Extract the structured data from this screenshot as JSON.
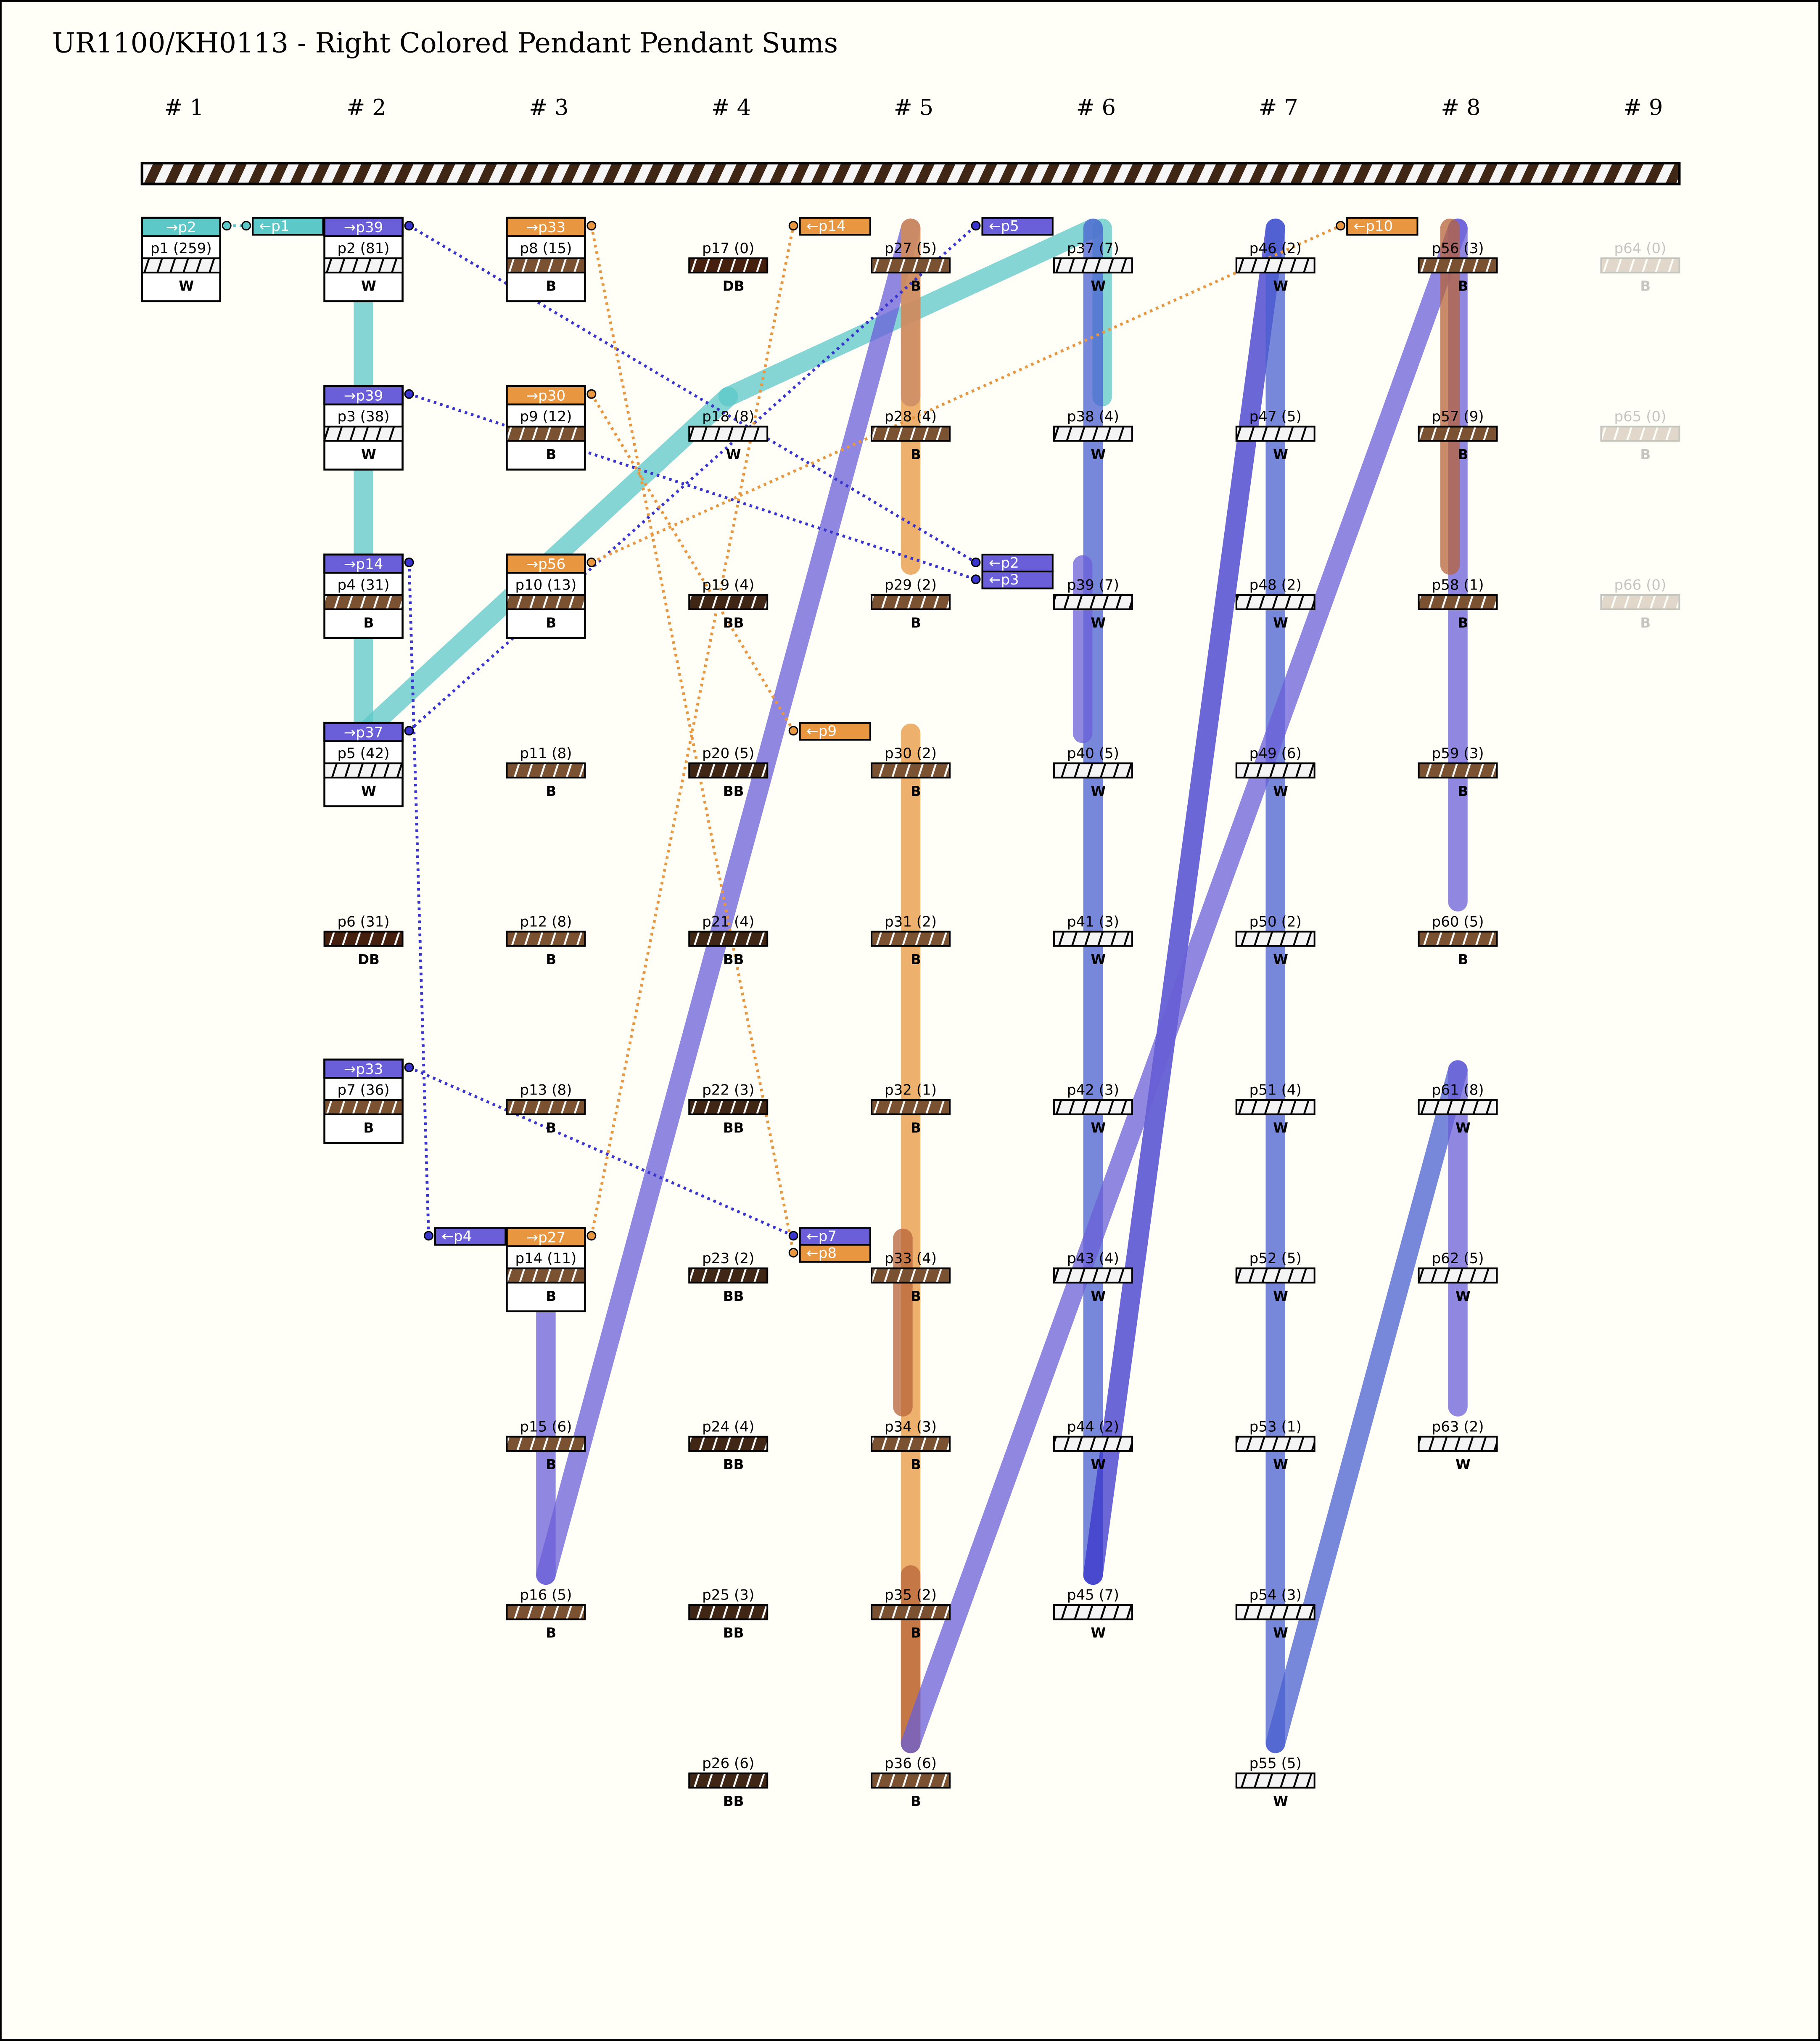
{
  "title": "UR1100/KH0113 - Right Colored Pendant Pendant Sums",
  "cords": [
    "# 1",
    "# 2",
    "# 3",
    "# 4",
    "# 5",
    "# 6",
    "# 7",
    "# 8",
    "# 9"
  ],
  "colors": {
    "teal": "#5cc8c8",
    "purple": "#6a5fd8",
    "orange": "#e8963f",
    "dark_blue": "#3a35cc",
    "blue": "#4a5fd0",
    "rust": "#b8643a",
    "W": "#f4f4f4",
    "B": "#7a5232",
    "DB": "#45200f",
    "BB": "#3f2615"
  },
  "pendants": [
    {
      "label": "p1 (259)",
      "letter": "W",
      "color": "W",
      "cord": 1,
      "row": 1,
      "out_tag": "→p2",
      "out_color": "teal"
    },
    {
      "label": "p2 (81)",
      "letter": "W",
      "color": "W",
      "cord": 2,
      "row": 1,
      "out_tag": "→p39",
      "out_color": "purple",
      "in_tags": [
        {
          "text": "←p1",
          "color": "teal"
        }
      ]
    },
    {
      "label": "p3 (38)",
      "letter": "W",
      "color": "W",
      "cord": 2,
      "row": 2,
      "out_tag": "→p39",
      "out_color": "purple"
    },
    {
      "label": "p4 (31)",
      "letter": "B",
      "color": "B",
      "cord": 2,
      "row": 3,
      "out_tag": "→p14",
      "out_color": "purple"
    },
    {
      "label": "p5 (42)",
      "letter": "W",
      "color": "W",
      "cord": 2,
      "row": 4,
      "out_tag": "→p37",
      "out_color": "purple"
    },
    {
      "label": "p6 (31)",
      "letter": "DB",
      "color": "DB",
      "cord": 2,
      "row": 5
    },
    {
      "label": "p7 (36)",
      "letter": "B",
      "color": "B",
      "cord": 2,
      "row": 6,
      "out_tag": "→p33",
      "out_color": "purple"
    },
    {
      "label": "p8 (15)",
      "letter": "B",
      "color": "B",
      "cord": 3,
      "row": 1,
      "out_tag": "→p33",
      "out_color": "orange"
    },
    {
      "label": "p9 (12)",
      "letter": "B",
      "color": "B",
      "cord": 3,
      "row": 2,
      "out_tag": "→p30",
      "out_color": "orange"
    },
    {
      "label": "p10 (13)",
      "letter": "B",
      "color": "B",
      "cord": 3,
      "row": 3,
      "out_tag": "→p56",
      "out_color": "orange"
    },
    {
      "label": "p11 (8)",
      "letter": "B",
      "color": "B",
      "cord": 3,
      "row": 4
    },
    {
      "label": "p12 (8)",
      "letter": "B",
      "color": "B",
      "cord": 3,
      "row": 5
    },
    {
      "label": "p13 (8)",
      "letter": "B",
      "color": "B",
      "cord": 3,
      "row": 6
    },
    {
      "label": "p14 (11)",
      "letter": "B",
      "color": "B",
      "cord": 3,
      "row": 7,
      "out_tag": "→p27",
      "out_color": "orange",
      "in_tags": [
        {
          "text": "←p4",
          "color": "purple"
        }
      ]
    },
    {
      "label": "p15 (6)",
      "letter": "B",
      "color": "B",
      "cord": 3,
      "row": 8
    },
    {
      "label": "p16 (5)",
      "letter": "B",
      "color": "B",
      "cord": 3,
      "row": 9
    },
    {
      "label": "p17 (0)",
      "letter": "DB",
      "color": "DB",
      "cord": 4,
      "row": 1
    },
    {
      "label": "p18 (8)",
      "letter": "W",
      "color": "W",
      "cord": 4,
      "row": 2
    },
    {
      "label": "p19 (4)",
      "letter": "BB",
      "color": "BB",
      "cord": 4,
      "row": 3
    },
    {
      "label": "p20 (5)",
      "letter": "BB",
      "color": "BB",
      "cord": 4,
      "row": 4
    },
    {
      "label": "p21 (4)",
      "letter": "BB",
      "color": "BB",
      "cord": 4,
      "row": 5
    },
    {
      "label": "p22 (3)",
      "letter": "BB",
      "color": "BB",
      "cord": 4,
      "row": 6
    },
    {
      "label": "p23 (2)",
      "letter": "BB",
      "color": "BB",
      "cord": 4,
      "row": 7
    },
    {
      "label": "p24 (4)",
      "letter": "BB",
      "color": "BB",
      "cord": 4,
      "row": 8
    },
    {
      "label": "p25 (3)",
      "letter": "BB",
      "color": "BB",
      "cord": 4,
      "row": 9
    },
    {
      "label": "p26 (6)",
      "letter": "BB",
      "color": "BB",
      "cord": 4,
      "row": 10
    },
    {
      "label": "p27 (5)",
      "letter": "B",
      "color": "B",
      "cord": 5,
      "row": 1,
      "in_tags": [
        {
          "text": "←p14",
          "color": "orange"
        }
      ]
    },
    {
      "label": "p28 (4)",
      "letter": "B",
      "color": "B",
      "cord": 5,
      "row": 2
    },
    {
      "label": "p29 (2)",
      "letter": "B",
      "color": "B",
      "cord": 5,
      "row": 3
    },
    {
      "label": "p30 (2)",
      "letter": "B",
      "color": "B",
      "cord": 5,
      "row": 4,
      "in_tags": [
        {
          "text": "←p9",
          "color": "orange"
        }
      ]
    },
    {
      "label": "p31 (2)",
      "letter": "B",
      "color": "B",
      "cord": 5,
      "row": 5
    },
    {
      "label": "p32 (1)",
      "letter": "B",
      "color": "B",
      "cord": 5,
      "row": 6
    },
    {
      "label": "p33 (4)",
      "letter": "B",
      "color": "B",
      "cord": 5,
      "row": 7,
      "in_tags": [
        {
          "text": "←p7",
          "color": "purple"
        },
        {
          "text": "←p8",
          "color": "orange"
        }
      ]
    },
    {
      "label": "p34 (3)",
      "letter": "B",
      "color": "B",
      "cord": 5,
      "row": 8
    },
    {
      "label": "p35 (2)",
      "letter": "B",
      "color": "B",
      "cord": 5,
      "row": 9
    },
    {
      "label": "p36 (6)",
      "letter": "B",
      "color": "B",
      "cord": 5,
      "row": 10
    },
    {
      "label": "p37 (7)",
      "letter": "W",
      "color": "W",
      "cord": 6,
      "row": 1,
      "in_tags": [
        {
          "text": "←p5",
          "color": "purple"
        }
      ]
    },
    {
      "label": "p38 (4)",
      "letter": "W",
      "color": "W",
      "cord": 6,
      "row": 2
    },
    {
      "label": "p39 (7)",
      "letter": "W",
      "color": "W",
      "cord": 6,
      "row": 3,
      "in_tags": [
        {
          "text": "←p2",
          "color": "purple"
        },
        {
          "text": "←p3",
          "color": "purple"
        }
      ]
    },
    {
      "label": "p40 (5)",
      "letter": "W",
      "color": "W",
      "cord": 6,
      "row": 4
    },
    {
      "label": "p41 (3)",
      "letter": "W",
      "color": "W",
      "cord": 6,
      "row": 5
    },
    {
      "label": "p42 (3)",
      "letter": "W",
      "color": "W",
      "cord": 6,
      "row": 6
    },
    {
      "label": "p43 (4)",
      "letter": "W",
      "color": "W",
      "cord": 6,
      "row": 7
    },
    {
      "label": "p44 (2)",
      "letter": "W",
      "color": "W",
      "cord": 6,
      "row": 8
    },
    {
      "label": "p45 (7)",
      "letter": "W",
      "color": "W",
      "cord": 6,
      "row": 9
    },
    {
      "label": "p46 (2)",
      "letter": "W",
      "color": "W",
      "cord": 7,
      "row": 1
    },
    {
      "label": "p47 (5)",
      "letter": "W",
      "color": "W",
      "cord": 7,
      "row": 2
    },
    {
      "label": "p48 (2)",
      "letter": "W",
      "color": "W",
      "cord": 7,
      "row": 3
    },
    {
      "label": "p49 (6)",
      "letter": "W",
      "color": "W",
      "cord": 7,
      "row": 4
    },
    {
      "label": "p50 (2)",
      "letter": "W",
      "color": "W",
      "cord": 7,
      "row": 5
    },
    {
      "label": "p51 (4)",
      "letter": "W",
      "color": "W",
      "cord": 7,
      "row": 6
    },
    {
      "label": "p52 (5)",
      "letter": "W",
      "color": "W",
      "cord": 7,
      "row": 7
    },
    {
      "label": "p53 (1)",
      "letter": "W",
      "color": "W",
      "cord": 7,
      "row": 8
    },
    {
      "label": "p54 (3)",
      "letter": "W",
      "color": "W",
      "cord": 7,
      "row": 9
    },
    {
      "label": "p55 (5)",
      "letter": "W",
      "color": "W",
      "cord": 7,
      "row": 10
    },
    {
      "label": "p56 (3)",
      "letter": "B",
      "color": "B",
      "cord": 8,
      "row": 1,
      "in_tags": [
        {
          "text": "←p10",
          "color": "orange"
        }
      ]
    },
    {
      "label": "p57 (9)",
      "letter": "B",
      "color": "B",
      "cord": 8,
      "row": 2
    },
    {
      "label": "p58 (1)",
      "letter": "B",
      "color": "B",
      "cord": 8,
      "row": 3
    },
    {
      "label": "p59 (3)",
      "letter": "B",
      "color": "B",
      "cord": 8,
      "row": 4
    },
    {
      "label": "p60 (5)",
      "letter": "B",
      "color": "B",
      "cord": 8,
      "row": 5
    },
    {
      "label": "p61 (8)",
      "letter": "W",
      "color": "W",
      "cord": 8,
      "row": 6
    },
    {
      "label": "p62 (5)",
      "letter": "W",
      "color": "W",
      "cord": 8,
      "row": 7
    },
    {
      "label": "p63 (2)",
      "letter": "W",
      "color": "W",
      "cord": 8,
      "row": 8
    },
    {
      "label": "p64 (0)",
      "letter": "B",
      "color": "B",
      "cord": 9,
      "row": 1,
      "faded": true
    },
    {
      "label": "p65 (0)",
      "letter": "B",
      "color": "B",
      "cord": 9,
      "row": 2,
      "faded": true
    },
    {
      "label": "p66 (0)",
      "letter": "B",
      "color": "B",
      "cord": 9,
      "row": 3,
      "faded": true
    }
  ],
  "bands": [
    {
      "from": [
        2,
        1
      ],
      "to": [
        2,
        4
      ],
      "color": "teal"
    },
    {
      "from": [
        2,
        4
      ],
      "to": [
        4,
        2
      ],
      "color": "teal"
    },
    {
      "from": [
        4,
        2
      ],
      "to": [
        6,
        1
      ],
      "color": "teal"
    },
    {
      "from": [
        6,
        1
      ],
      "to": [
        6,
        2
      ],
      "color": "teal",
      "offset": 7
    },
    {
      "from": [
        3,
        7
      ],
      "to": [
        3,
        9
      ],
      "color": "purple"
    },
    {
      "from": [
        3,
        9
      ],
      "to": [
        5,
        1
      ],
      "color": "purple"
    },
    {
      "from": [
        5,
        1
      ],
      "to": [
        5,
        2
      ],
      "color": "purple"
    },
    {
      "from": [
        5,
        1
      ],
      "to": [
        5,
        3
      ],
      "color": "orange"
    },
    {
      "from": [
        5,
        4
      ],
      "to": [
        5,
        10
      ],
      "color": "orange"
    },
    {
      "from": [
        5,
        7
      ],
      "to": [
        5,
        8
      ],
      "color": "rust",
      "offset": -6
    },
    {
      "from": [
        5,
        9
      ],
      "to": [
        5,
        10
      ],
      "color": "rust"
    },
    {
      "from": [
        6,
        1
      ],
      "to": [
        6,
        9
      ],
      "color": "blue"
    },
    {
      "from": [
        6,
        3
      ],
      "to": [
        6,
        4
      ],
      "color": "purple",
      "offset": -8
    },
    {
      "from": [
        6,
        9
      ],
      "to": [
        7,
        1
      ],
      "color": "dark_blue"
    },
    {
      "from": [
        7,
        1
      ],
      "to": [
        7,
        10
      ],
      "color": "blue"
    },
    {
      "from": [
        5,
        10
      ],
      "to": [
        8,
        1
      ],
      "color": "purple"
    },
    {
      "from": [
        7,
        10
      ],
      "to": [
        8,
        6
      ],
      "color": "blue"
    },
    {
      "from": [
        8,
        1
      ],
      "to": [
        8,
        5
      ],
      "color": "purple"
    },
    {
      "from": [
        8,
        1
      ],
      "to": [
        8,
        3
      ],
      "color": "rust",
      "offset": -6
    },
    {
      "from": [
        8,
        6
      ],
      "to": [
        8,
        8
      ],
      "color": "purple"
    }
  ],
  "links": [
    {
      "from": "p1",
      "to": "p2",
      "color": "teal"
    },
    {
      "from": "p2",
      "to": "p39",
      "color": "dark_blue"
    },
    {
      "from": "p3",
      "to": "p39",
      "color": "dark_blue"
    },
    {
      "from": "p4",
      "to": "p14",
      "color": "dark_blue"
    },
    {
      "from": "p5",
      "to": "p37",
      "color": "dark_blue"
    },
    {
      "from": "p7",
      "to": "p33",
      "color": "dark_blue"
    },
    {
      "from": "p8",
      "to": "p33",
      "color": "orange"
    },
    {
      "from": "p9",
      "to": "p30",
      "color": "orange"
    },
    {
      "from": "p10",
      "to": "p56",
      "color": "orange"
    },
    {
      "from": "p14",
      "to": "p27",
      "color": "orange"
    }
  ]
}
